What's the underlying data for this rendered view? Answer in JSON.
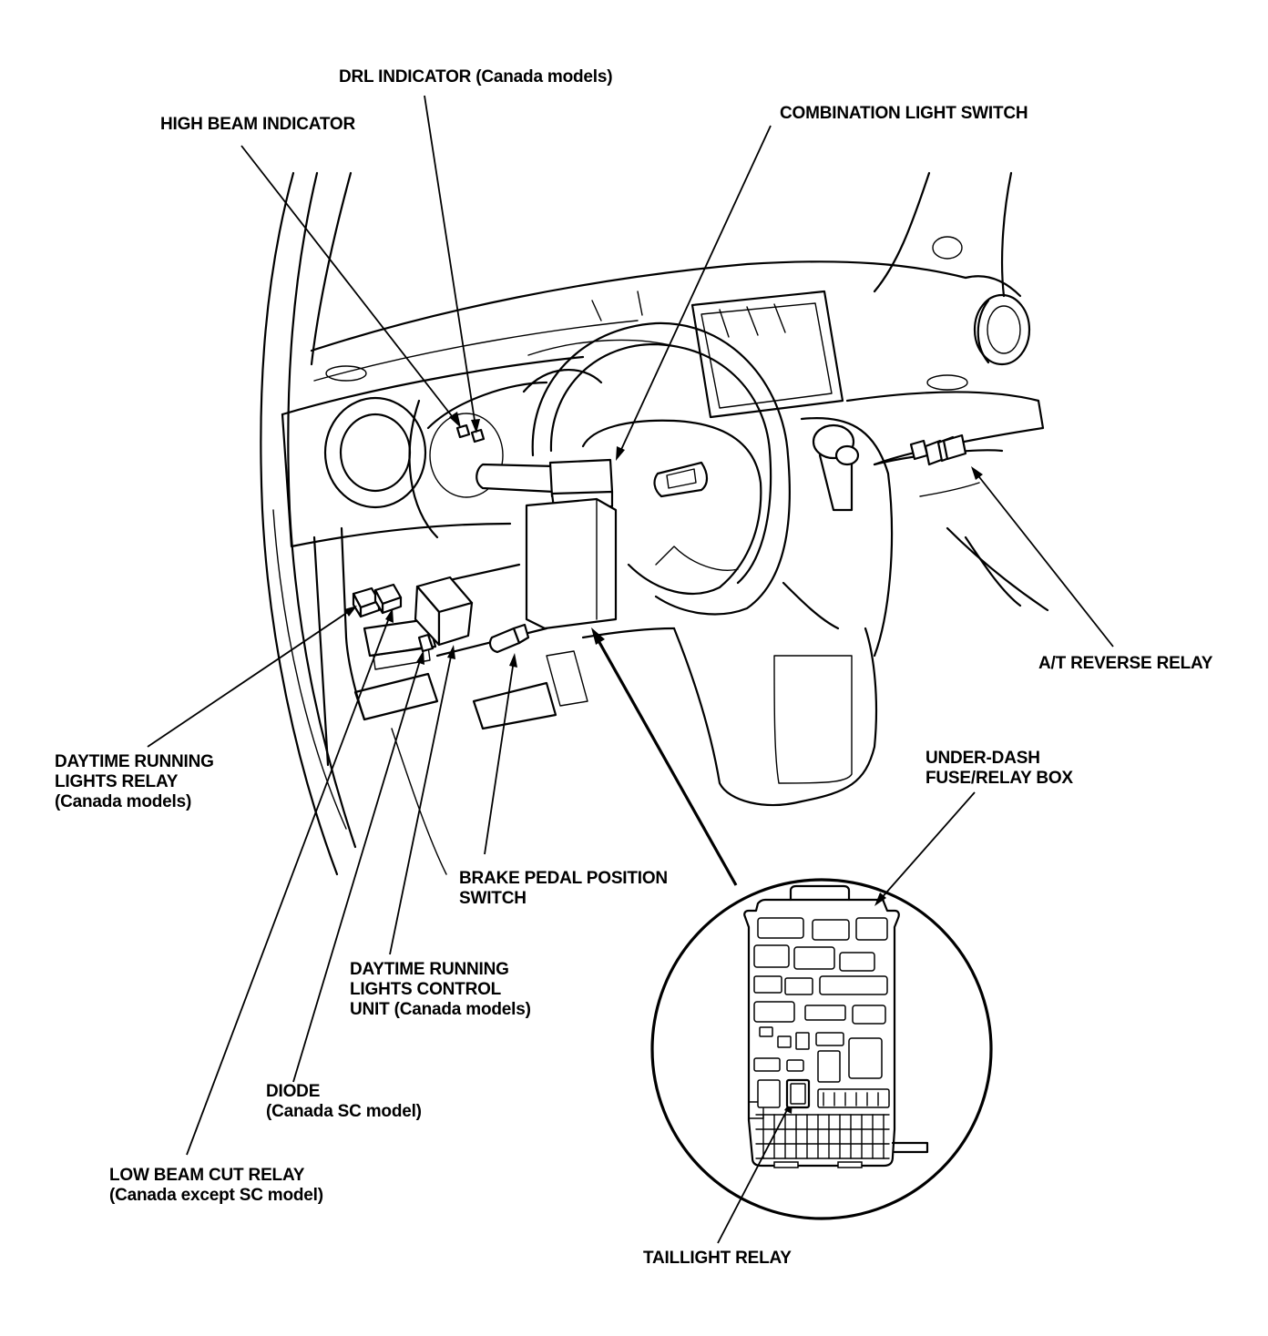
{
  "labels": {
    "drl_indicator": "DRL INDICATOR (Canada models)",
    "high_beam_indicator": "HIGH BEAM INDICATOR",
    "combination_light_switch": "COMBINATION LIGHT SWITCH",
    "at_reverse_relay": "A/T REVERSE RELAY",
    "drl_relay": [
      "DAYTIME RUNNING",
      "LIGHTS RELAY",
      "(Canada models)"
    ],
    "under_dash_box": [
      "UNDER-DASH",
      "FUSE/RELAY BOX"
    ],
    "brake_pedal_switch": [
      "BRAKE PEDAL POSITION",
      "SWITCH"
    ],
    "drl_control_unit": [
      "DAYTIME RUNNING",
      "LIGHTS CONTROL",
      "UNIT (Canada models)"
    ],
    "diode": [
      "DIODE",
      "(Canada SC model)"
    ],
    "low_beam_cut_relay": [
      "LOW BEAM CUT RELAY",
      "(Canada except SC model)"
    ],
    "taillight_relay": "TAILLIGHT RELAY"
  },
  "colors": {
    "ink": "#000000",
    "paper": "#ffffff"
  }
}
